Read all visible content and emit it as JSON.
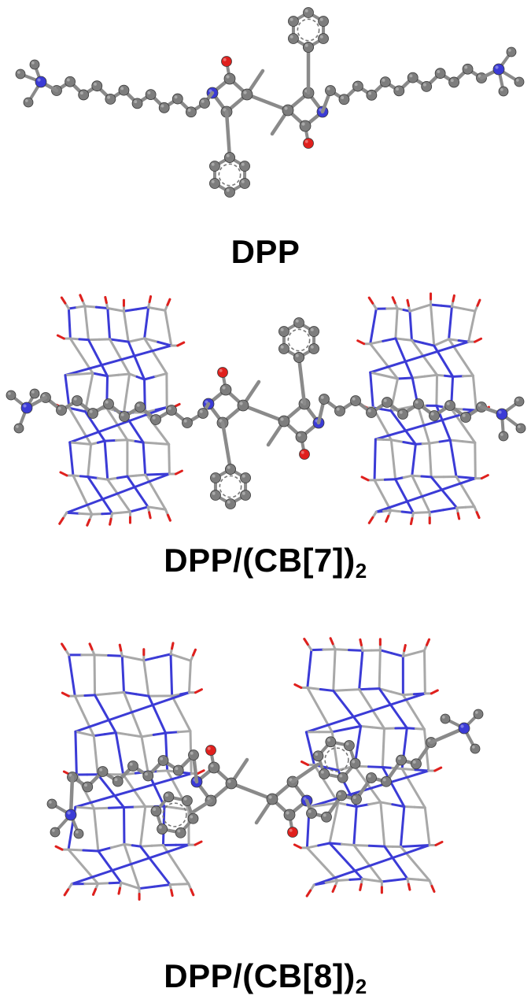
{
  "panels": [
    {
      "id": "dpp",
      "caption": "DPP",
      "caption_sub": ""
    },
    {
      "id": "dpp-cb7",
      "caption": "DPP/(CB[7])",
      "caption_sub": "2"
    },
    {
      "id": "dpp-cb8",
      "caption": "DPP/(CB[8])",
      "caption_sub": "2"
    }
  ],
  "colors": {
    "carbon": "#7d7d7d",
    "carbon_stick": "#a8a8a8",
    "nitrogen": "#3b3bd6",
    "oxygen": "#e0201d"
  }
}
